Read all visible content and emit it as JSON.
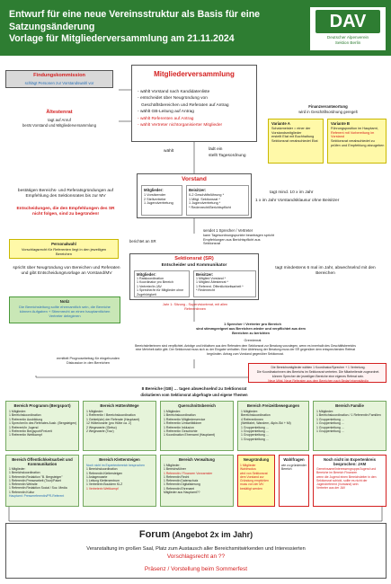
{
  "header": {
    "title_line1": "Entwurf für eine neue Vereinsstruktur als Basis für eine Satzungsänderung",
    "title_line2": "Vorlage für Mitgliederversammlung am 21.11.2024",
    "logo_mark": "DAV",
    "logo_line1": "Deutscher Alpenverein",
    "logo_line2": "Sektion Berlin"
  },
  "findungskommission": {
    "title": "Findungskommission",
    "subtitle": "schlägt Personen zur Vorstandswahl vor"
  },
  "aeltestenrat": {
    "title": "Ältestenrat",
    "line1": "tagt auf Anruf",
    "line2": "berät Vorstand und Mitgliederversammlung"
  },
  "mitgliederversammlung": {
    "title": "Mitgliederversammlung",
    "items": [
      "wählt Vorstand nach Kandidatenliste",
      "entscheidet über Neugründung von",
      "Geschäftsbereichen und Referaten auf Antrag",
      "wählt GB-Leitung auf Antrag",
      "wählt Referenten auf Antrag",
      "wählt Vertreter nichtorganisierter Mitglieder"
    ]
  },
  "finanz": {
    "title": "Finanzverantwortung",
    "subtitle": "wird in Geschäftsordnung geregelt",
    "variante_a_title": "Variante A",
    "variante_a": [
      "Schatzmeister = einer der Vorstandsmitglieder",
      "erstellt Etat mit Buchhaltung",
      "Sektionsrat verabschiedet Etat"
    ],
    "variante_b_title": "Variante B",
    "variante_b": [
      "Führungsposition im Hauptamt,",
      "Referent mit Vorbereitung im Vorstand",
      "Sektionsrat verabschiedet zu prüfen und Empfehlung abzugeben"
    ]
  },
  "wahl": {
    "waehlt": "wählt",
    "laedt": "lädt ein",
    "stellt": "stellt Tagesordnung"
  },
  "vorstand": {
    "title": "Vorstand",
    "left_title": "Mitglieder:",
    "left_items": [
      "1 Vorsitzender",
      "2 Stellvertreter",
      "1 Jugendvertretung"
    ],
    "right_title": "Beisitzer:",
    "right_items": [
      "0-2 Geschäftsführung *",
      "1 Mitgl. Sektionsrat *",
      "1 Jugendvertretung *",
      "* Redenrecht/Berichtspflicht"
    ],
    "note_right1": "tagt mind. 10 x im Jahr",
    "note_right2": "1 x im Jahr Vorstandsklausur ohne Beisitzer"
  },
  "left_notes": {
    "bestaetigt": "bestätigen Bereichs- und Referatsgründungen auf Empfehlung des Sektionsrates bis zur MV",
    "entscheidungen": "Entscheidungen, die den Empfehlungen des SR nicht folgen, sind zu begründen!",
    "personalwahl_title": "Personalwahl",
    "personalwahl_text": "Vorschlagsrecht für Referenten liegt in den jeweiligen Bereichen",
    "berichtet": "berichtet an SR",
    "spricht": "spricht über Neugründung von Bereichen und Referaten und gibt Entscheidungsvorlage an Vorstand/MV",
    "notiz_title": "Notiz",
    "notiz_text": "Die Bereichsleitung sollte ehrenamtlich sein, die Bereiche können Aufgaben + Stimmrecht an einen hauptamtlichen Vertreter delegieren"
  },
  "sektionsrat": {
    "entsendet": "sendet 1 Sprecher / Vertreter",
    "entsendet_sub": "kann Tagesordnungspunkte beantragen spricht Empfehlungen aus Berichtspflicht aus Sektionsrat",
    "title": "Sektionsrat (SR)",
    "subtitle": "Entscheider und Kommunikator",
    "left_title": "Mitglieder:",
    "left_items": [
      "1 Ratskoordination",
      "1 Koordinator pro Bereich",
      "1 Vertreter/in JAV",
      "1 Sprecher/in für Mitglieder ohne Zugehörigkeit"
    ],
    "right_title": "Beisitzer:",
    "right_items": [
      "1 Mitglied Vorstand *",
      "1 Mitglied Ältestenrat *",
      "1 Referent. Öffentlichkeitsarbeit *",
      "* Redenrecht"
    ],
    "jahr": "Jahr 1: Sitzung - Supervisiontreat, mit allen Referentinnen",
    "tagt": "tagt mindestens 6 mal im Jahr, abwechselnd mit den Bereichen"
  },
  "sprecher": {
    "title": "1 Sprecher / Vertreter pro Bereich",
    "subtitle": "sind stimmgeeignet aus Bereichen wieder und verpflichtet aus dem Bereichen zu berichten",
    "extra": "Gremienrat",
    "text": "Bereichsleiterinnen sind verpflichtet, Anträge und Initiativen aus den Referaten dem Sektionsrat zur Beratung vorzulegen, wenn es innerhalb des Geschäftsbereichs eine Mehrheit dafür gibt. Der Sektionsrat muss sich zu der Eingabe verhalten. Eine Ablehnung der Beratung muss der SR gegenüber dem entsprechenden Referat begründen. Antrag zum Vorstand gegenüber Sektionsrat."
  },
  "hinweis": {
    "line1": "Die Bereichsmitglieder wählen 1 Koordinator/Sprecher + 1 Vertretung.",
    "line2": "Die Koordinatorinnen des Bereichs im Sektionsrat vertreten. Die Mitarbeitende zugeordnet.",
    "line3": "können Sprecher der jeweiligen Bereiche eine eigenes Referat sein.",
    "line4": "Neue Mitgl. Neue Referaten aus dem Bereichen nach Bedarf eigenständig"
  },
  "bereiche": {
    "ermittelt": "ermittelt Prognosebetrag für eingebunden Diskussion in den Bereichen",
    "main": "8 Bereiche (GB) … tagen abwechselnd zu Sektionsrat",
    "main_sub": "diskutieren vom Sektionsrat abgefragte und eigene Themen"
  },
  "gb_row1": [
    {
      "title": "Bereich Programm (Bergsport)",
      "lines": [
        "1 Mitglieder:",
        "1 Bereichskoordination",
        "1 Referentin Ausbildung",
        "1 Sprecher/in des Referates Ausb. (Bergsteigen)",
        "1 Referent/in Jugend",
        "1 Referentin Bergsport/Freizeit",
        "1 Referentin Wettkampf"
      ]
    },
    {
      "title": "Bereich Hütten/Wege",
      "lines": [
        "1 Mitglieder:",
        "1 Referentin / Bereichskoordination",
        "1 Gebiet(sbr) der Referate (Hauptamt)",
        "  12 Hüttenwarte (pro Hütte ca. 2)",
        "  2 Wegewarte (Gletsc)",
        "  2 Wegewarte (Tour)"
      ]
    },
    {
      "title": "Querschnittsbereich",
      "lines": [
        "1 Mitglieder:",
        "1 Bereichskoordination",
        "1 Referentin Mitgliederservice",
        "1 Referentin Umweltbildner",
        "1 Referentin Inklusion",
        "1 Referentin Geschichte",
        "1 Koordination Ehrenamt (Hauptamt)"
      ]
    },
    {
      "title": "Bereich Freizeitbewegungen",
      "lines": [
        "1 Mitglieder:",
        "Bereichskoordination",
        "4 Referentinnen",
        "(Wettfahrt, Wandern, Alpin-Ski + Mi)",
        "1 Gruppenleitung ...",
        "1 Gruppenleitung ...",
        "1 Gruppenleitung ...",
        "1 Gruppenleitung ..."
      ]
    },
    {
      "title": "Bereich Familie",
      "lines": [
        "1 Mitglieder:",
        "1 Bereichskoordination / 1 Referentin Familien",
        "1 Gruppenleitung ...",
        "1 Gruppenleitung ...",
        "1 Gruppenleitung ...",
        "1 Gruppenleitung ..."
      ]
    }
  ],
  "gb_row2": [
    {
      "title": "Bereich Öffentlichkeitsarbeit und Kommunikation",
      "lines": [
        "1 Mitglieder:",
        "1 Bereichskoordination",
        "1 Referentin Redaktion \"B. Bergsteiger\"",
        "1 Referentin Pressearbeit (Tour)/Paket",
        "1 Referentin Website",
        "1 Referentin Redaktion Social / Soz. Media",
        "1 Referentin Kultur",
        "Hauptamt: Pressereferentin/PR-Referent"
      ]
    },
    {
      "title": "Bereich Klettersteigen",
      "lines": [
        "Noch nicht im Expertenbereich besprochen",
        "1 Bereichskoordination",
        "1 Referentin Klettersteigen",
        "1 Anlagenwarte",
        "1 Leitung Kletterzentrum",
        "1 Vertreterin Bouldern KLZ",
        "1 Vertreterin Wettkampf"
      ]
    },
    {
      "title": "Bereich Verwaltung",
      "lines": [
        "1 Mitglieder:",
        "1 Bereichsführer",
        "1 Referentin / Finanzen Vorwarnster",
        "1 Referentin Recht",
        "1 Referentin Datenschutz",
        "1 Referentin Digitalisierung",
        "1 Referentin Ehrenamt",
        "Mitglieder aus Hauptamt??"
      ]
    },
    {
      "title": "Neugründung",
      "lines": [
        "1 Mitglieder",
        "Wahlmodus",
        "wird von Sektionsrat dem Vorstand zur Gründung empfohlen",
        "muss von der MV bestätigt werden"
      ]
    },
    {
      "title": "Wahlfragen",
      "lines": [
        "wie zu gründender Bereich"
      ]
    },
    {
      "title": "Noch nicht im Expertenkreis besprochen: JAM",
      "lines": [
        "Gemeinsame/Interessengruppe/Jugend und Bereiche im Bereich Finanzen",
        "wenn die Jugend einen Bereichsleiter in den Sektionsrat schickt, sollte es nicht der Jugendreferent (Vorstand) sein",
        "Vertreter aus der JAV"
      ]
    }
  ],
  "forum": {
    "title": "Forum",
    "subtitle": "(Angebot 2x im Jahr)",
    "line1": "Veranstaltung im großen Saal, Platz zum Austausch aller Bereichsmitwirkenden und Interessierten",
    "line2": "Vorschlagsrecht an ??",
    "line3": "Präsenz / Vorstellung beim Sommerfest"
  }
}
